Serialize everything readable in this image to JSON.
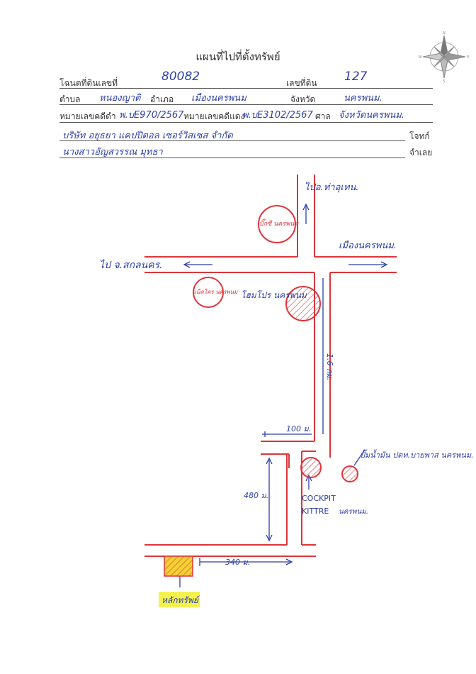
{
  "title": "แผนที่ไปที่ตั้งทรัพย์",
  "form": {
    "deed_label": "โฉนดที่ดินเลขที่",
    "deed_value": "80082",
    "land_no_label": "เลขที่ดิน",
    "land_no_value": "127",
    "tambon_label": "ตำบล",
    "tambon_value": "หนองญาติ",
    "amphoe_label": "อำเภอ",
    "amphoe_value": "เมืองนครพนม",
    "province_label": "จังหวัด",
    "province_value": "นครพนม.",
    "black_case_label": "หมายเลขคดีดำ",
    "black_case_value": "พ.บE970/2567",
    "red_case_label": "หมายเลขคดีแดง",
    "red_case_value": "พ.บE3102/2567",
    "court_label": "ศาล",
    "court_value": "จังหวัดนครพนม.",
    "plaintiff_value": "บริษัท อยุธยา แคปปิตอล เซอร์วิสเซส จำกัด",
    "plaintiff_label": "โจทก์",
    "defendant_value": "นางสาวอัญสวรรณ มุทธา",
    "defendant_label": "จำเลย"
  },
  "map": {
    "to_tha_uthen": "ไปอ.ท่าอุเทน.",
    "to_sakon": "ไป จ.สกลนคร.",
    "to_city": "เมืองนครพนม.",
    "big_c": "บิ๊กซี นครพนม",
    "makro": "แม็คโคร นครพนม",
    "home_pro": "โฮมโปร นครพนม",
    "dist_16km": "1.6 กม.",
    "dist_100m": "100 ม.",
    "dist_480m": "480 ม.",
    "dist_340m": "340 ม.",
    "ptt_station": "ปั๊มน้ำมัน ปตท.บายพาส นครพนม.",
    "cockpit_1": "COCKPIT",
    "cockpit_2": "KITTRE",
    "cockpit_city": "นครพนม.",
    "property": "หลักทรัพย์"
  },
  "colors": {
    "road": "#e0343a",
    "ink": "#2b3fa8",
    "highlight": "#f3f046",
    "property_fill": "#f2d233"
  },
  "icons": {
    "compass": "compass-rose-icon"
  }
}
